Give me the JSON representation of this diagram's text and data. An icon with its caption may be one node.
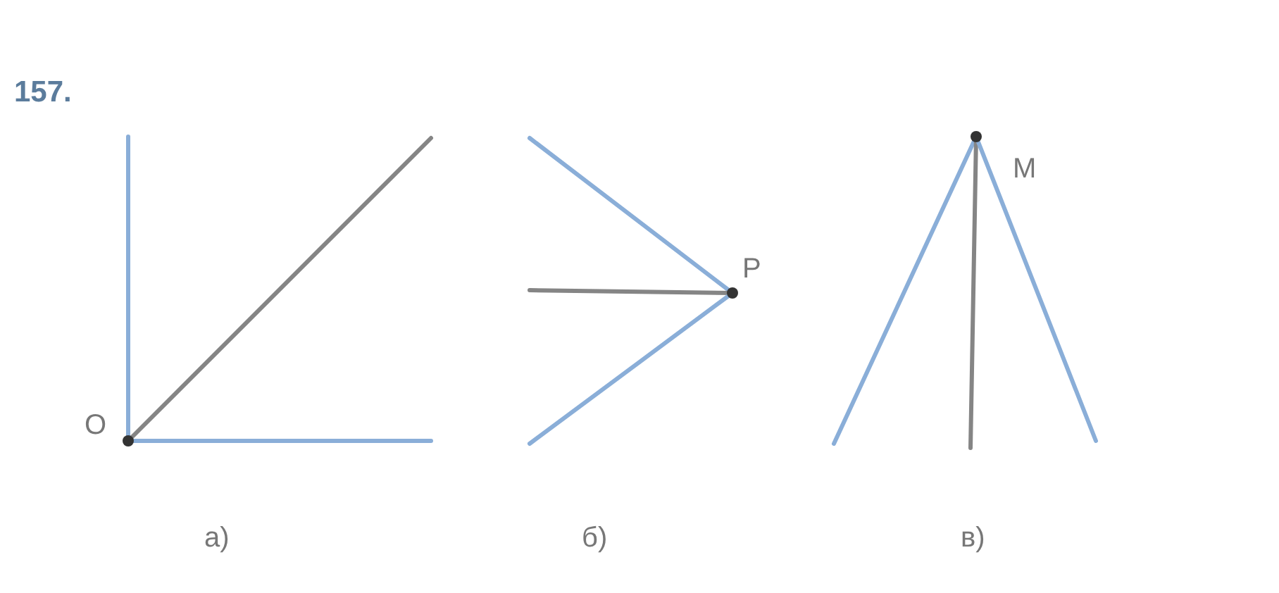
{
  "diagram": {
    "labels": [
      "157.",
      "O",
      "а)",
      "P",
      "б)",
      "M",
      "в)"
    ]
  }
}
